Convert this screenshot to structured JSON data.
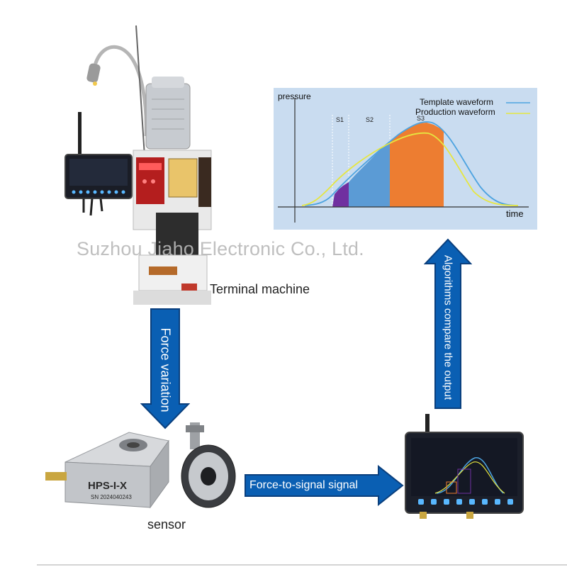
{
  "chart_data": {
    "type": "area",
    "ylabel": "pressure",
    "xlabel": "time",
    "series": [
      {
        "name": "Template waveform",
        "color": "#4da3e0"
      },
      {
        "name": "Production waveform",
        "color": "#e6e640"
      }
    ],
    "stages": [
      "S1",
      "S2",
      "S3"
    ],
    "stage_colors": [
      "#7030a0",
      "#5b9bd5",
      "#ed7d31"
    ],
    "background": "#c9dcf0",
    "grid": false
  },
  "labels": {
    "terminal_machine": "Terminal machine",
    "sensor": "sensor",
    "force_variation": "Force variation",
    "force_to_signal": "Force-to-signal signal",
    "algorithms": "Algorithms compare the output"
  },
  "sensor": {
    "model": "HPS-I-X",
    "serial": "SN 2024040243"
  },
  "watermark": "Suzhou Jiaho Electronic Co., Ltd.",
  "colors": {
    "arrow_fill": "#0a5fb3",
    "arrow_stroke": "#0a3f7d"
  }
}
